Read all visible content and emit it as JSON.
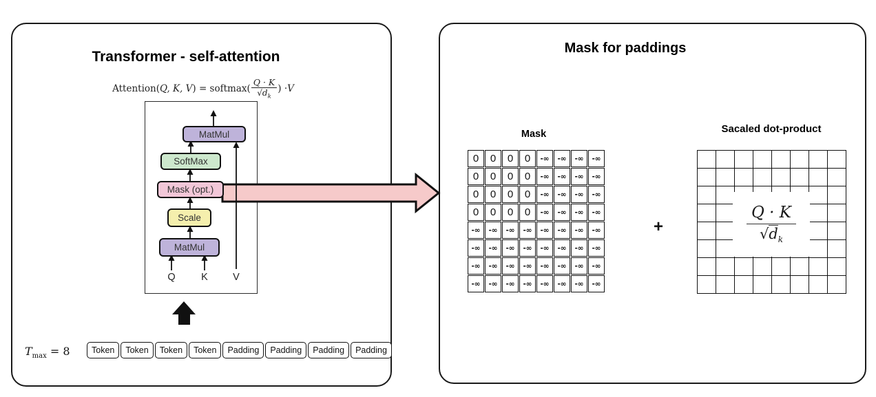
{
  "left_panel": {
    "title": "Transformer - self-attention",
    "formula": {
      "fn1": "Attention(",
      "args": "Q, K, V",
      "fn2": ") = softmax(",
      "frac_num": "Q · K",
      "radical": "√",
      "den_base": "d",
      "den_sub": "k",
      "close": ") · ",
      "v": "V"
    },
    "diagram": {
      "boxes": [
        {
          "label": "MatMul"
        },
        {
          "label": "SoftMax"
        },
        {
          "label": "Mask (opt.)"
        },
        {
          "label": "Scale"
        },
        {
          "label": "MatMul"
        }
      ],
      "inputs": {
        "q": "Q",
        "k": "K",
        "v": "V"
      }
    },
    "tmax": {
      "symbol": "T",
      "subscript": "max",
      "equals": " = 8"
    },
    "tokens": [
      "Token",
      "Token",
      "Token",
      "Token",
      "Padding",
      "Padding",
      "Padding",
      "Padding"
    ]
  },
  "right_panel": {
    "title": "Mask for paddings",
    "mask_label": "Mask",
    "plus": "+",
    "scaled_label": "Sacaled dot-product",
    "mask_matrix_rows": [
      [
        "0",
        "0",
        "0",
        "0",
        "-∞",
        "-∞",
        "-∞",
        "-∞"
      ],
      [
        "0",
        "0",
        "0",
        "0",
        "-∞",
        "-∞",
        "-∞",
        "-∞"
      ],
      [
        "0",
        "0",
        "0",
        "0",
        "-∞",
        "-∞",
        "-∞",
        "-∞"
      ],
      [
        "0",
        "0",
        "0",
        "0",
        "-∞",
        "-∞",
        "-∞",
        "-∞"
      ],
      [
        "-∞",
        "-∞",
        "-∞",
        "-∞",
        "-∞",
        "-∞",
        "-∞",
        "-∞"
      ],
      [
        "-∞",
        "-∞",
        "-∞",
        "-∞",
        "-∞",
        "-∞",
        "-∞",
        "-∞"
      ],
      [
        "-∞",
        "-∞",
        "-∞",
        "-∞",
        "-∞",
        "-∞",
        "-∞",
        "-∞"
      ],
      [
        "-∞",
        "-∞",
        "-∞",
        "-∞",
        "-∞",
        "-∞",
        "-∞",
        "-∞"
      ]
    ],
    "grid_size": {
      "rows": 8,
      "cols": 8
    },
    "grid_formula": {
      "num": "Q · K",
      "radical": "√",
      "den_base": "d",
      "den_sub": "k"
    }
  },
  "colors": {
    "matmul": "#beb3da",
    "softmax": "#cde8cd",
    "mask": "#f2c7d8",
    "scale": "#f5efad",
    "arrow_pink": "#f6caca",
    "outline": "#111111"
  }
}
